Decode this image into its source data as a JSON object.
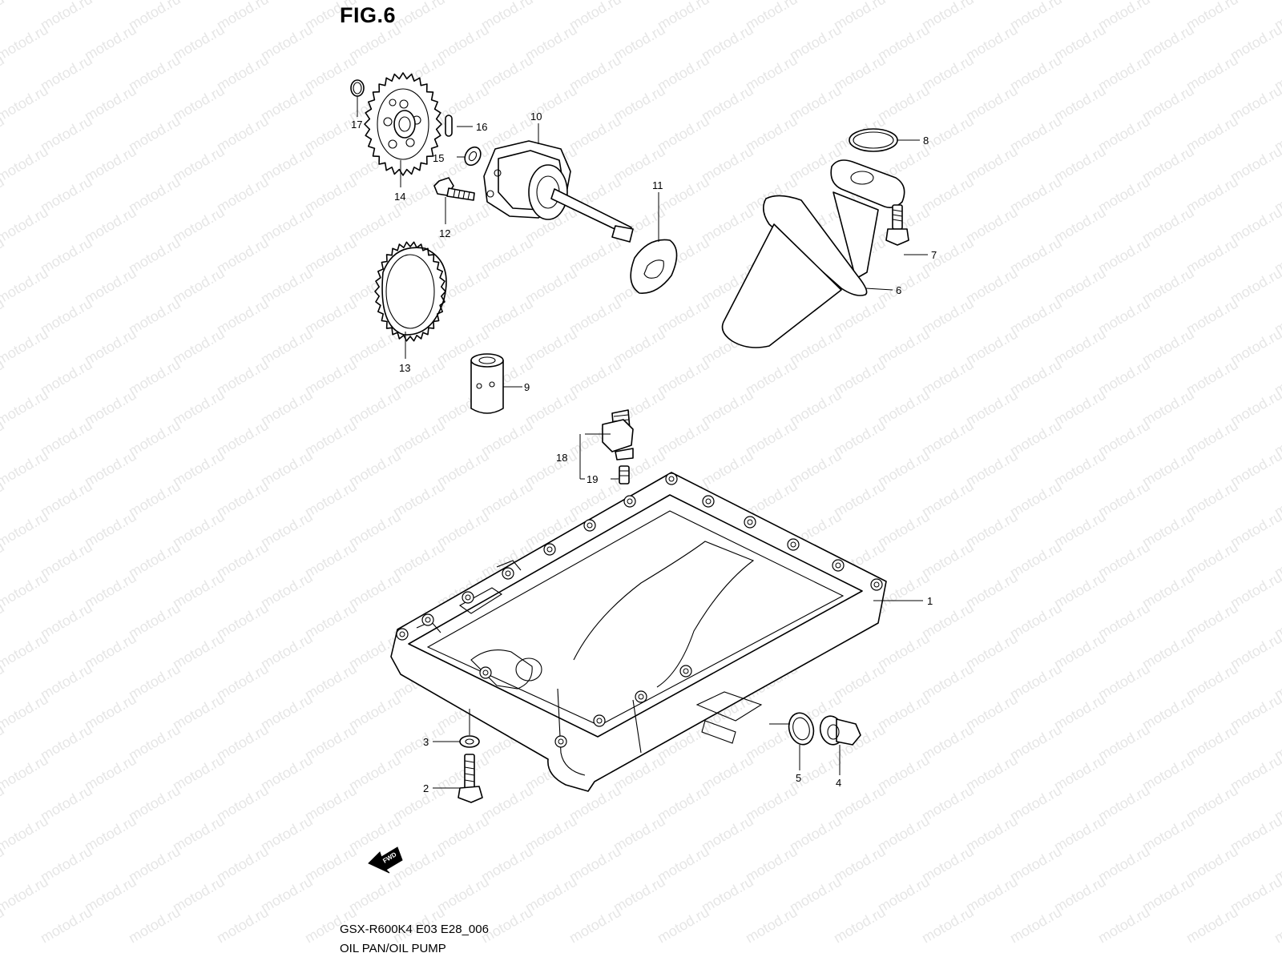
{
  "figure": {
    "title": "FIG.6",
    "model_code": "GSX-R600K4 E03 E28_006",
    "caption": "OIL PAN/OIL PUMP",
    "watermark": "motod.ru",
    "direction_badge": "FWD"
  },
  "callouts": [
    {
      "id": "1",
      "part": "oil pan"
    },
    {
      "id": "2",
      "part": "bolt"
    },
    {
      "id": "3",
      "part": "washer"
    },
    {
      "id": "4",
      "part": "drain plug"
    },
    {
      "id": "5",
      "part": "gasket"
    },
    {
      "id": "6",
      "part": "oil strainer"
    },
    {
      "id": "7",
      "part": "bolt"
    },
    {
      "id": "8",
      "part": "o-ring"
    },
    {
      "id": "9",
      "part": "pipe"
    },
    {
      "id": "10",
      "part": "oil pump"
    },
    {
      "id": "11",
      "part": "plate"
    },
    {
      "id": "12",
      "part": "bolt"
    },
    {
      "id": "13",
      "part": "gear ring"
    },
    {
      "id": "14",
      "part": "sprocket"
    },
    {
      "id": "15",
      "part": "washer"
    },
    {
      "id": "16",
      "part": "pin"
    },
    {
      "id": "17",
      "part": "circlip"
    },
    {
      "id": "18",
      "part": "oil pressure switch"
    },
    {
      "id": "19",
      "part": "screw"
    }
  ]
}
